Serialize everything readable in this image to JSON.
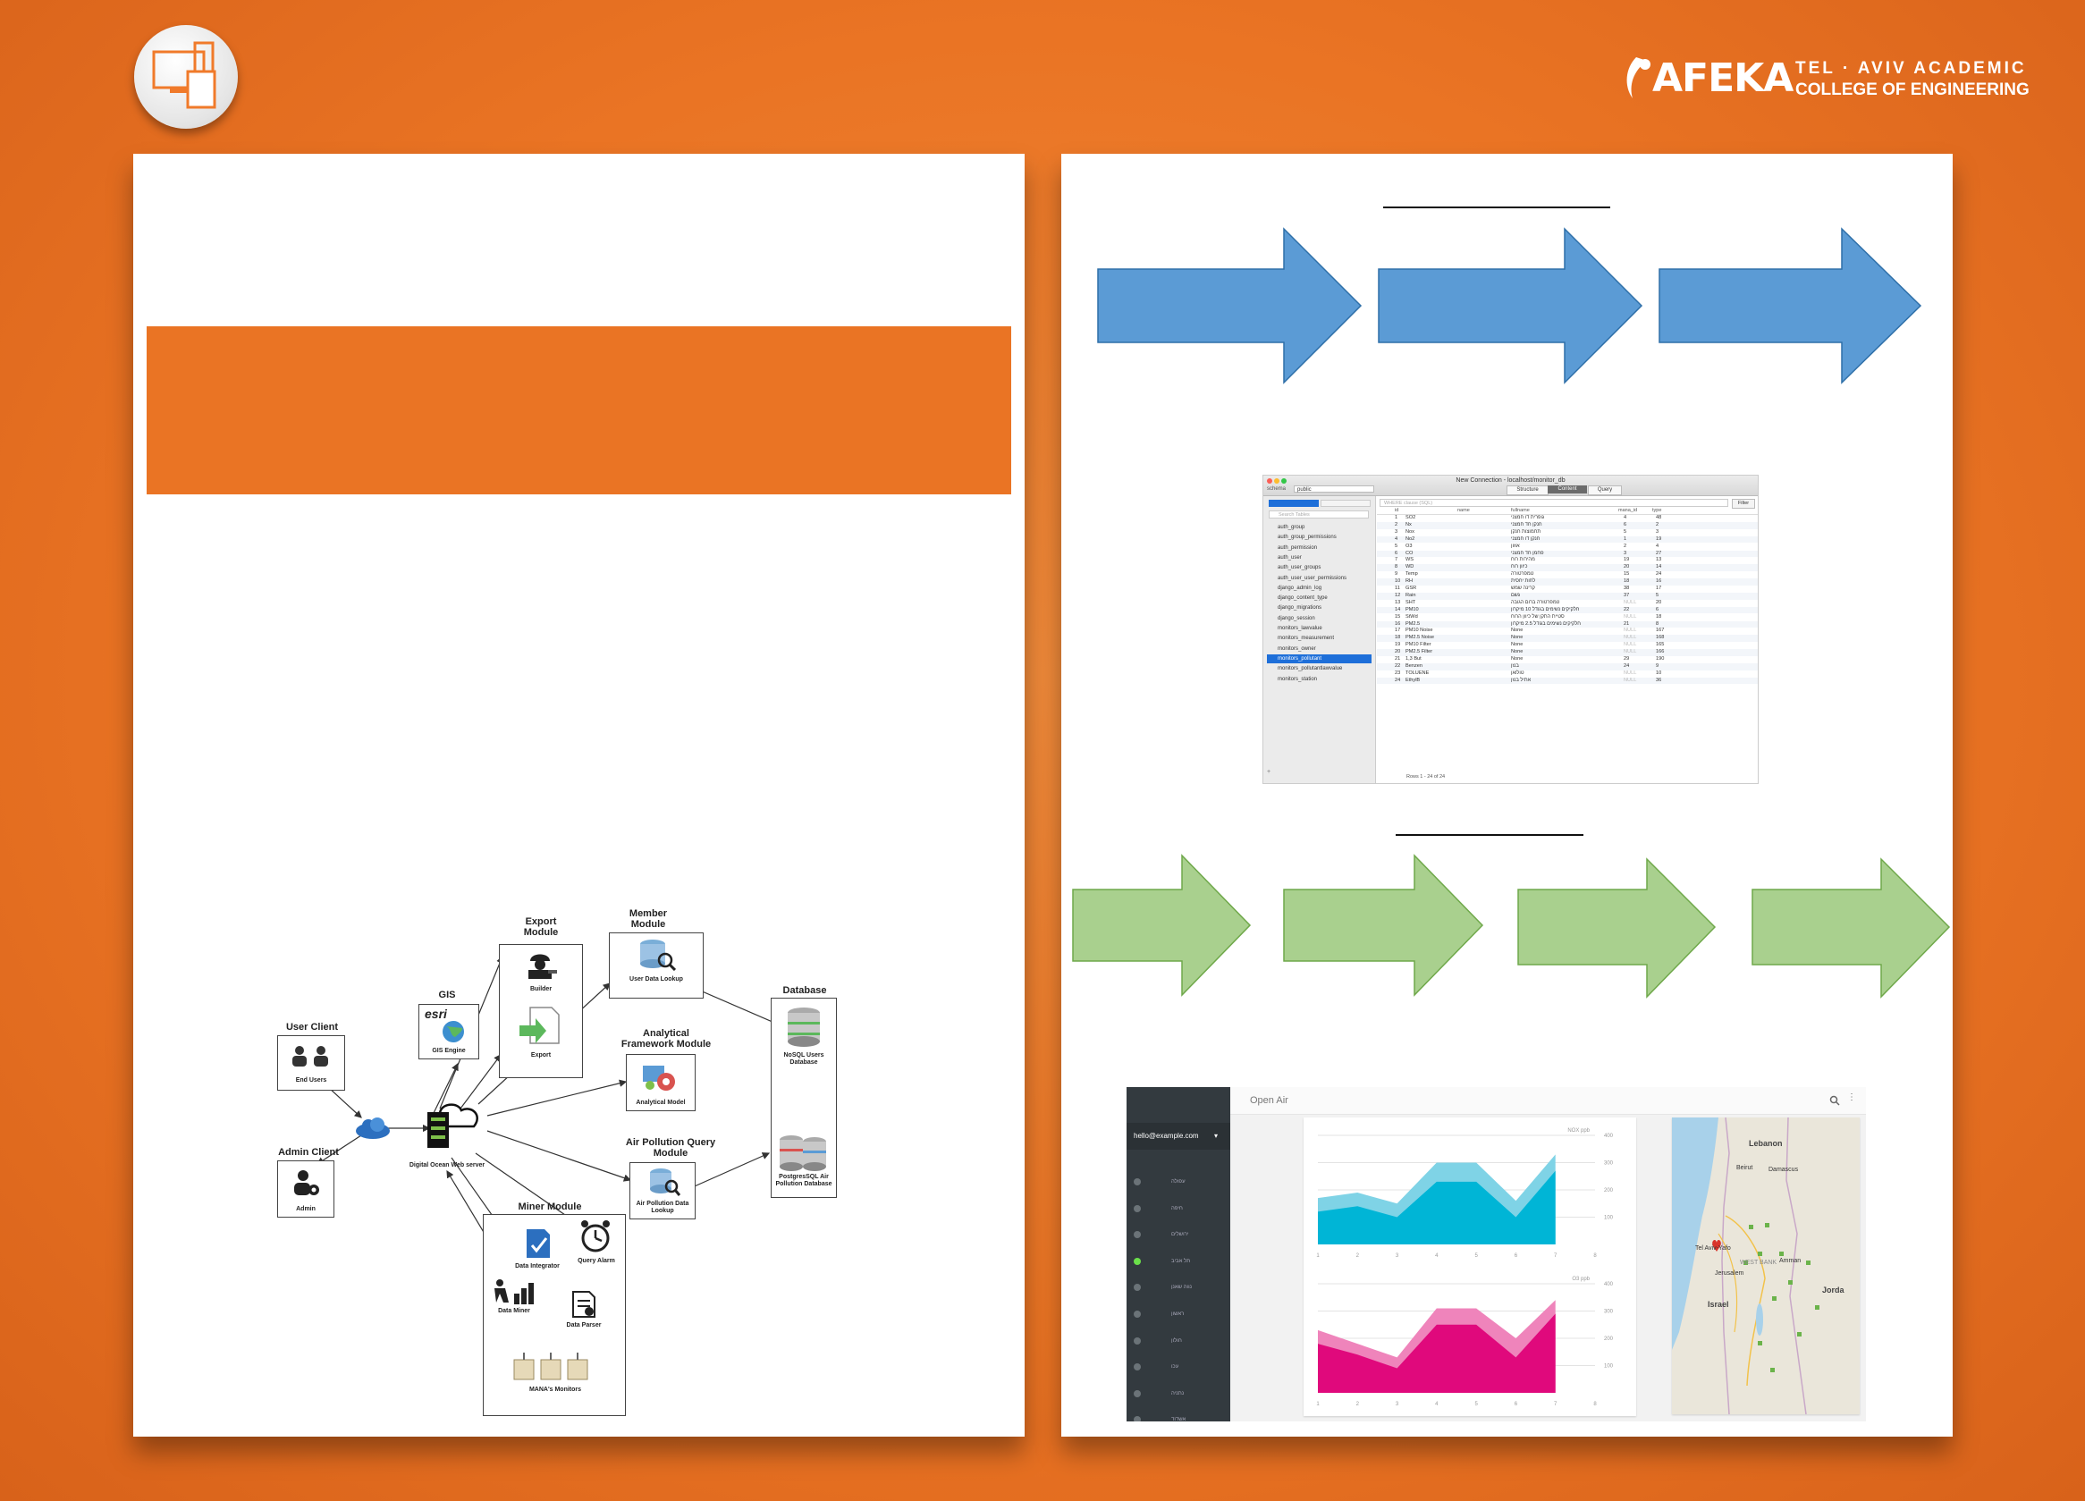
{
  "branding": {
    "logo_icon": "devices-icon",
    "afeka_name": "AFEKA",
    "afeka_line1": "TEL · AVIV ACADEMIC",
    "afeka_line2": "COLLEGE OF ENGINEERING"
  },
  "colors": {
    "background": "#ea7424",
    "blue_arrow": "#5b9bd5",
    "green_arrow": "#a9d08e",
    "teal_chart": "#00b5d6",
    "magenta_chart": "#e0097c"
  },
  "architecture": {
    "user_client": "User Client",
    "end_users": "End Users",
    "admin_client": "Admin Client",
    "admin": "Admin",
    "gis": "GIS",
    "esri": "esri",
    "gis_engine": "GIS Engine",
    "export_module": "Export\nModule",
    "builder": "Builder",
    "export": "Export",
    "member_module": "Member\nModule",
    "user_data_lookup": "User Data Lookup",
    "database": "Database",
    "nosql_db": "NoSQL Users\nDatabase",
    "analytical_module": "Analytical\nFramework Module",
    "analytical_model": "Analytical Model",
    "web_server": "Digital Ocean Web server",
    "air_query_module": "Air Pollution Query\nModule",
    "air_lookup": "Air Pollution Data\nLookup",
    "postgres_db": "PostgresSQL Air\nPollution Database",
    "miner_module": "Miner Module",
    "data_integrator": "Data Integrator",
    "query_alarm": "Query Alarm",
    "data_miner": "Data Miner",
    "data_parser": "Data Parser",
    "monitors": "MANA's Monitors"
  },
  "db_window": {
    "title": "New Connection - localhost/monitor_db",
    "schema_label": "schema",
    "schema_value": "public",
    "tab_structure": "Structure",
    "tab_content": "Content",
    "tab_query": "Query",
    "search_placeholder": "Search Tables",
    "filter_placeholder": "WHERE clause (SQL)",
    "filter_button": "Filter",
    "footer": "Rows 1 - 24 of 24",
    "tables": [
      "auth_group",
      "auth_group_permissions",
      "auth_permission",
      "auth_user",
      "auth_user_groups",
      "auth_user_user_permissions",
      "django_admin_log",
      "django_content_type",
      "django_migrations",
      "django_session",
      "monitors_lawvalue",
      "monitors_measurement",
      "monitors_owner",
      "monitors_pollutant",
      "monitors_pollutantlawvalue",
      "monitors_station"
    ],
    "selected_table": "monitors_pollutant",
    "columns": [
      "id",
      "name",
      "fullname",
      "mana_id",
      "type"
    ],
    "rows": [
      [
        "1",
        "SO2",
        "גופרית דו חמצני",
        "4",
        "48"
      ],
      [
        "2",
        "Nx",
        "חנקן חד חמצני",
        "6",
        "2"
      ],
      [
        "3",
        "Nox",
        "תחמוצות חנקן",
        "5",
        "3"
      ],
      [
        "4",
        "No2",
        "חנקן דו חמצני",
        "1",
        "19"
      ],
      [
        "5",
        "O3",
        "אוזון",
        "2",
        "4"
      ],
      [
        "6",
        "CO",
        "פחמן חד חמצני",
        "3",
        "27"
      ],
      [
        "7",
        "WS",
        "מהירות רוח",
        "19",
        "13"
      ],
      [
        "8",
        "WD",
        "כיוון רוח",
        "20",
        "14"
      ],
      [
        "9",
        "Temp",
        "טמפרטורה",
        "15",
        "24"
      ],
      [
        "10",
        "RH",
        "לחות יחסית",
        "18",
        "16"
      ],
      [
        "11",
        "GSR",
        "קרינה שמש",
        "38",
        "17"
      ],
      [
        "12",
        "Rain",
        "גשם",
        "37",
        "5"
      ],
      [
        "13",
        "SHT",
        "טמפרטורה ברום הגובה",
        "NULL",
        "20"
      ],
      [
        "14",
        "PM10",
        "חלקיקים נשימים בגודל 10 מיקרון",
        "22",
        "6"
      ],
      [
        "15",
        "StWd",
        "סטיית התקן של כיוון הרוח",
        "NULL",
        "18"
      ],
      [
        "16",
        "PM2.5",
        "חלקיקים נשימים בגודל 2.5 מיקרון",
        "21",
        "8"
      ],
      [
        "17",
        "PM10 Noise",
        "None",
        "NULL",
        "167"
      ],
      [
        "18",
        "PM2.5 Noise",
        "None",
        "NULL",
        "168"
      ],
      [
        "19",
        "PM10 Filter",
        "None",
        "NULL",
        "165"
      ],
      [
        "20",
        "PM2.5 Filter",
        "None",
        "NULL",
        "166"
      ],
      [
        "21",
        "1,3 But",
        "None",
        "29",
        "190"
      ],
      [
        "22",
        "Benzen",
        "בנזן",
        "24",
        "9"
      ],
      [
        "23",
        "TOLUENE",
        "טולואן",
        "NULL",
        "10"
      ],
      [
        "24",
        "EthylB",
        "אתיל בנזן",
        "NULL",
        "36"
      ]
    ]
  },
  "app": {
    "title": "Open Air",
    "account": "hello@example.com",
    "nav": [
      "עפולה",
      "חיפה",
      "ירושלים",
      "תל אביב",
      "נווה שאנן",
      "ראשון",
      "חולון",
      "עכו",
      "נתניה",
      "אשדוד"
    ],
    "active_nav_index": 3,
    "chart1_label": "NOX ppb",
    "chart2_label": "O3 ppb",
    "y_ticks": [
      "400",
      "300",
      "200",
      "100"
    ],
    "x_ticks": [
      "1",
      "2",
      "3",
      "4",
      "5",
      "6",
      "7",
      "8"
    ],
    "map_labels": {
      "lebanon": "Lebanon",
      "beirut": "Beirut",
      "damascus": "Damascus",
      "telaviv": "Tel Aviv-Yafo",
      "jerusalem": "Jerusalem",
      "westbank": "WEST BANK",
      "amman": "Amman",
      "israel": "Israel",
      "jordan": "Jorda"
    }
  },
  "chart_data": [
    {
      "type": "area",
      "x": [
        1,
        2,
        3,
        4,
        5,
        6,
        7
      ],
      "ylim": [
        0,
        400
      ],
      "series": [
        {
          "values": [
            170,
            190,
            150,
            300,
            300,
            160,
            330
          ]
        },
        {
          "values": [
            120,
            140,
            100,
            230,
            230,
            100,
            270
          ]
        }
      ]
    },
    {
      "type": "area",
      "x": [
        1,
        2,
        3,
        4,
        5,
        6,
        7
      ],
      "ylim": [
        0,
        400
      ],
      "series": [
        {
          "values": [
            230,
            180,
            130,
            310,
            310,
            200,
            340
          ]
        },
        {
          "values": [
            180,
            140,
            90,
            250,
            250,
            130,
            290
          ]
        }
      ]
    }
  ]
}
